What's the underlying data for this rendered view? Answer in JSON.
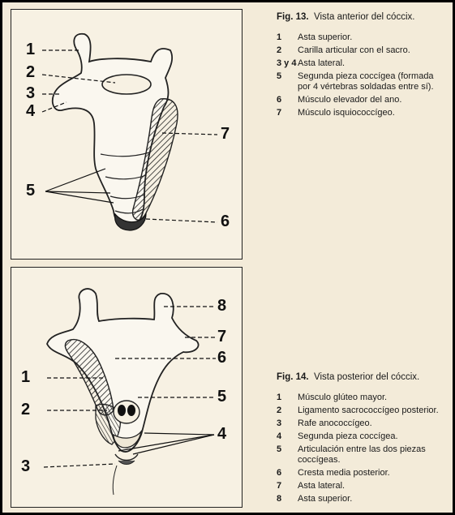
{
  "fig13": {
    "title_label": "Fig. 13.",
    "title_text": "Vista anterior del cóccix.",
    "legend": [
      {
        "key": "1",
        "text": "Asta superior."
      },
      {
        "key": "2",
        "text": "Carilla articular con el sacro."
      },
      {
        "key": "3 y 4",
        "text": "Asta lateral."
      },
      {
        "key": "5",
        "text": "Segunda pieza coccígea (formada por 4 vértebras soldadas entre sí)."
      },
      {
        "key": "6",
        "text": "Músculo elevador del ano."
      },
      {
        "key": "7",
        "text": "Músculo isquiococcígeo."
      }
    ],
    "callouts": [
      "1",
      "2",
      "3",
      "4",
      "5",
      "6",
      "7"
    ]
  },
  "fig14": {
    "title_label": "Fig. 14.",
    "title_text": "Vista posterior del cóccix.",
    "legend": [
      {
        "key": "1",
        "text": "Músculo glúteo mayor."
      },
      {
        "key": "2",
        "text": "Ligamento sacrococcígeo posterior."
      },
      {
        "key": "3",
        "text": "Rafe anococcígeo."
      },
      {
        "key": "4",
        "text": "Segunda pieza coccígea."
      },
      {
        "key": "5",
        "text": "Articulación entre las dos piezas coccígeas."
      },
      {
        "key": "6",
        "text": "Cresta media posterior."
      },
      {
        "key": "7",
        "text": "Asta lateral."
      },
      {
        "key": "8",
        "text": "Asta superior."
      }
    ],
    "callouts": [
      "1",
      "2",
      "3",
      "4",
      "5",
      "6",
      "7",
      "8"
    ]
  }
}
